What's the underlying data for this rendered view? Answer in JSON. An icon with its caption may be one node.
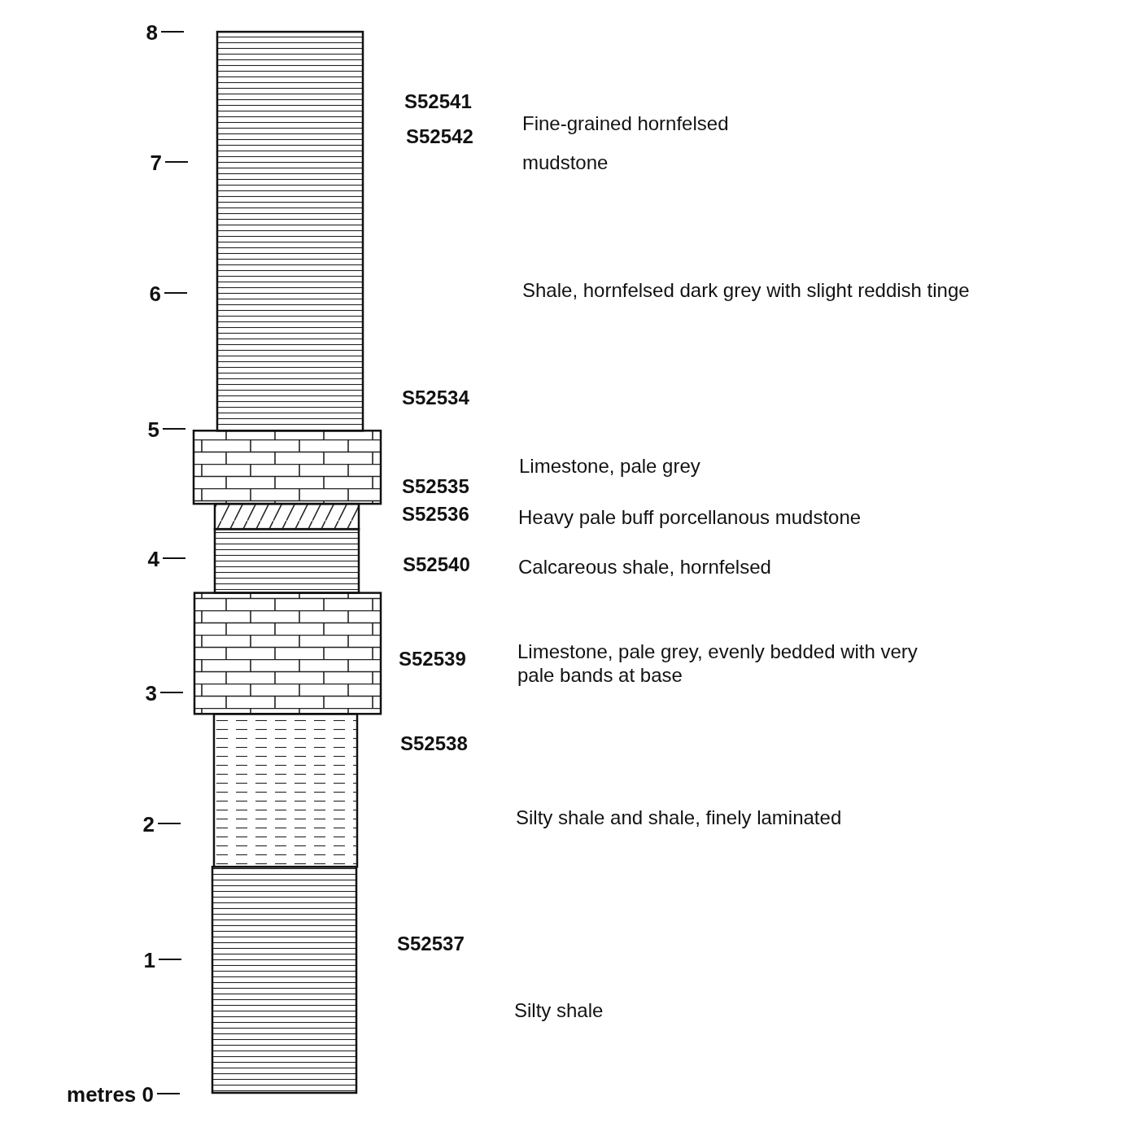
{
  "diagram": {
    "labels": [
      "8",
      "S52541",
      "Fine-grained hornfelsed mudstone",
      "S52542",
      "7",
      "6",
      "Shale, hornfelsed dark grey with slight reddish tinge",
      "S52534",
      "5",
      "Limestone, pale grey",
      "S52535",
      "S52536",
      "Heavy pale buff porcellanous mudstone",
      "4",
      "S52540",
      "Calcareous shale, hornfelsed",
      "S52539",
      "Limestone, pale grey, evenly bedded with very pale bands at base",
      "3",
      "S52538",
      "2",
      "Silty shale and shale, finely laminated",
      "1",
      "S52537",
      "Silty shale",
      "metres 0"
    ]
  }
}
